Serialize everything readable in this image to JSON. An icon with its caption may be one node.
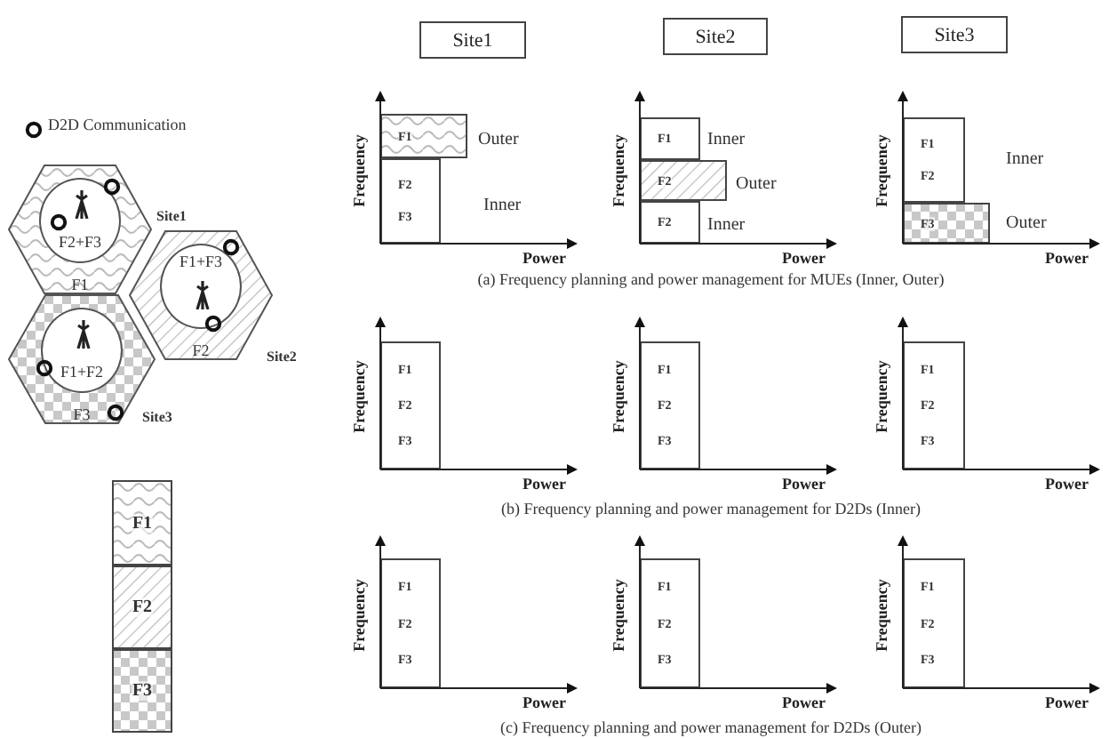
{
  "diagram": {
    "nodes": [
      {
        "text": [
          "Site1"
        ]
      },
      {
        "text": [
          "Site2"
        ]
      },
      {
        "text": [
          "Site3"
        ]
      },
      {
        "text": [
          "F1"
        ],
        "beside": [
          "Site1"
        ]
      },
      {
        "text": [
          "F2+F3"
        ],
        "in": 3
      },
      {
        "text": [
          "F2"
        ],
        "beside": [
          "Site2"
        ]
      },
      {
        "text": [
          "F1+F3"
        ],
        "in": 5
      },
      {
        "text": [
          "F3"
        ],
        "beside": [
          "Site3"
        ]
      },
      {
        "text": [
          "F1+F2"
        ],
        "in": 7
      },
      {
        "text": [
          "F1"
        ]
      },
      {
        "text": [
          "F2"
        ]
      },
      {
        "text": [
          "F3"
        ]
      },
      {
        "text": [
          "F1"
        ],
        "beside": [
          "Outer"
        ]
      },
      {
        "text": [
          "F2",
          "F3"
        ],
        "beside": [
          "Inner"
        ]
      },
      {
        "text": [
          "F1"
        ],
        "beside": [
          "Inner"
        ]
      },
      {
        "text": [
          "F2"
        ],
        "beside": [
          "Outer"
        ]
      },
      {
        "text": [
          "F2"
        ],
        "beside": [
          "Inner"
        ]
      },
      {
        "text": [
          "F1",
          "F2"
        ],
        "beside": [
          "Inner"
        ]
      },
      {
        "text": [
          "F3"
        ],
        "beside": [
          "Outer"
        ]
      },
      {
        "text": [
          "F1",
          "F2",
          "F3"
        ]
      },
      {
        "text": [
          "F1",
          "F2",
          "F3"
        ]
      },
      {
        "text": [
          "F1",
          "F2",
          "F3"
        ]
      },
      {
        "text": [
          "F1",
          "F2",
          "F3"
        ]
      },
      {
        "text": [
          "F1",
          "F2",
          "F3"
        ]
      },
      {
        "text": [
          "F1",
          "F2",
          "F3"
        ]
      }
    ],
    "labels": [
      "Frequency",
      "Power",
      "Frequency",
      "Power",
      "Frequency",
      "Power",
      "(a) Frequency planning and power management for MUEs (Inner, Outer)",
      "Frequency",
      "Power",
      "Frequency",
      "Power",
      "Frequency",
      "Power",
      "(b) Frequency planning and power management for D2Ds (Inner)",
      "Frequency",
      "Power",
      "Frequency",
      "Power",
      "Frequency",
      "Power",
      "(c) Frequency planning and power management for D2Ds (Outer)"
    ],
    "legend": [
      {
        "text": "D2D Communication"
      }
    ]
  }
}
